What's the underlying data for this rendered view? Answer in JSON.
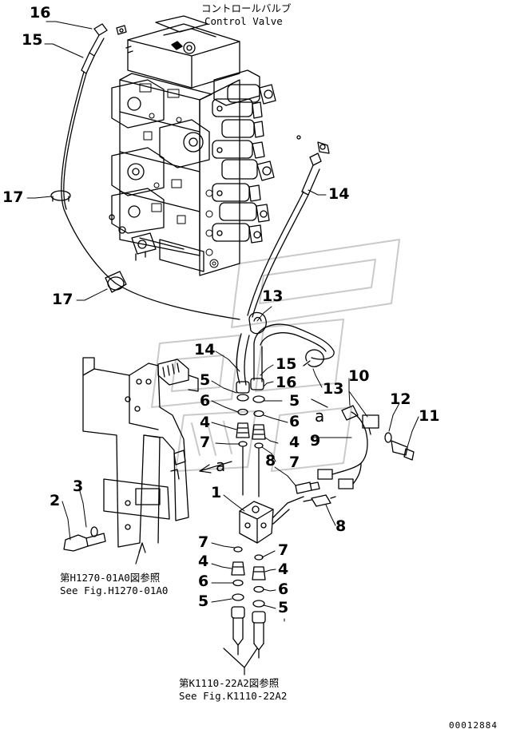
{
  "title": {
    "jp": "コントロールバルブ",
    "en": "Control Valve"
  },
  "callouts": [
    {
      "id": "c16a",
      "text": "16"
    },
    {
      "id": "c15a",
      "text": "15"
    },
    {
      "id": "c17a",
      "text": "17"
    },
    {
      "id": "c14a",
      "text": "14"
    },
    {
      "id": "c17b",
      "text": "17"
    },
    {
      "id": "c13a",
      "text": "13"
    },
    {
      "id": "c14b",
      "text": "14"
    },
    {
      "id": "c15b",
      "text": "15"
    },
    {
      "id": "c16b",
      "text": "16"
    },
    {
      "id": "c5a",
      "text": "5"
    },
    {
      "id": "c5b",
      "text": "5"
    },
    {
      "id": "c13b",
      "text": "13"
    },
    {
      "id": "c10",
      "text": "10"
    },
    {
      "id": "c6a",
      "text": "6"
    },
    {
      "id": "c6b",
      "text": "6"
    },
    {
      "id": "c12",
      "text": "12"
    },
    {
      "id": "c11",
      "text": "11"
    },
    {
      "id": "c4a",
      "text": "4"
    },
    {
      "id": "c9",
      "text": "9"
    },
    {
      "id": "c7a",
      "text": "7"
    },
    {
      "id": "c4b",
      "text": "4"
    },
    {
      "id": "c8a",
      "text": "8"
    },
    {
      "id": "c7b",
      "text": "7"
    },
    {
      "id": "c3",
      "text": "3"
    },
    {
      "id": "c1",
      "text": "1"
    },
    {
      "id": "c2",
      "text": "2"
    },
    {
      "id": "c8b",
      "text": "8"
    },
    {
      "id": "c7c",
      "text": "7"
    },
    {
      "id": "c7d",
      "text": "7"
    },
    {
      "id": "c4c",
      "text": "4"
    },
    {
      "id": "c4d",
      "text": "4"
    },
    {
      "id": "c6c",
      "text": "6"
    },
    {
      "id": "c6d",
      "text": "6"
    },
    {
      "id": "c5c",
      "text": "5"
    },
    {
      "id": "c5d",
      "text": "5"
    }
  ],
  "view_markers": [
    "a",
    "a"
  ],
  "refs": {
    "h1270": {
      "jp": "第H1270-01A0図参照",
      "en": "See Fig.H1270-01A0"
    },
    "k1110": {
      "jp": "第K1110-22A2図参照",
      "en": "See Fig.K1110-22A2"
    }
  },
  "doc_number": "00012884"
}
